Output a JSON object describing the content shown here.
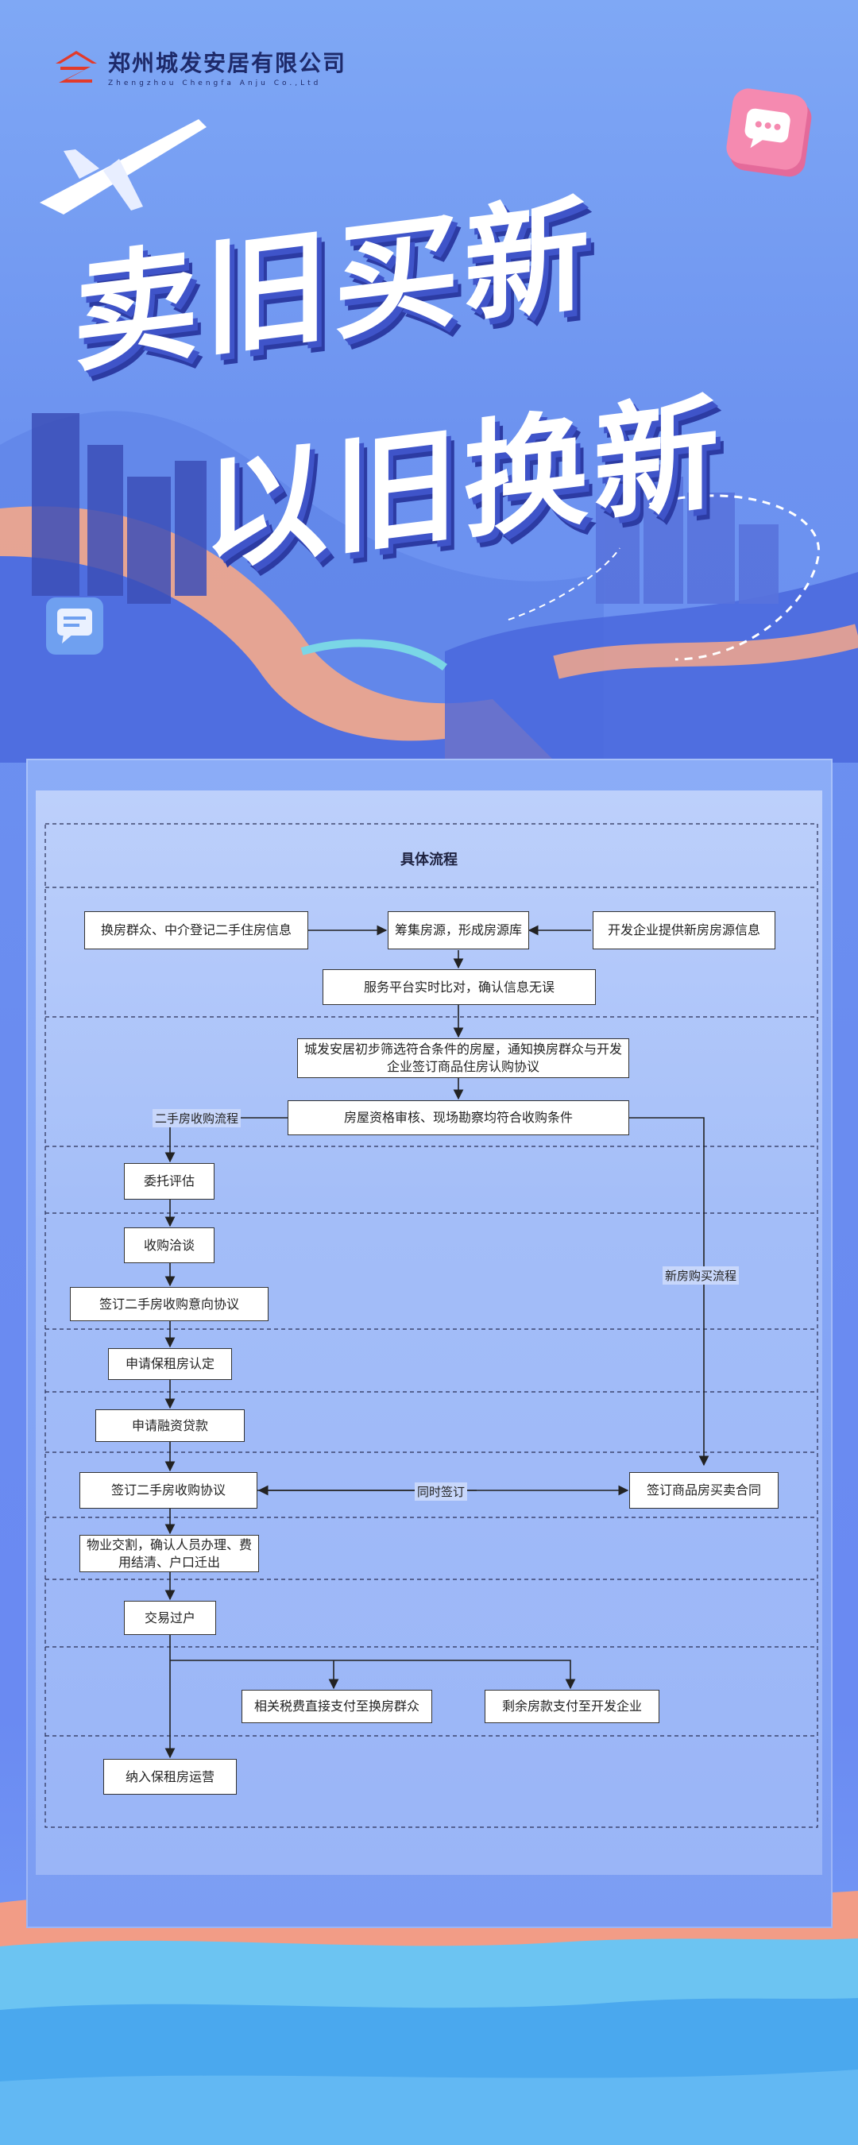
{
  "logo": {
    "name_cn": "郑州城发安居有限公司",
    "name_en": "Zhengzhou Chengfa Anju Co.,Ltd"
  },
  "headline": {
    "line1": "卖旧买新",
    "line2": "以旧换新"
  },
  "colors": {
    "bg": "#6d93f0",
    "accent": "#f7a98c",
    "title_shadow": "#2c3ba3"
  },
  "icons": [
    "airplane-icon",
    "chat-bubble-icon",
    "message-icon"
  ],
  "flow": {
    "title": "具体流程",
    "nodes": {
      "n1": "换房群众、中介登记二手住房信息",
      "n2": "筹集房源，形成房源库",
      "n3": "开发企业提供新房房源信息",
      "n4": "服务平台实时比对，确认信息无误",
      "n5": "城发安居初步筛选符合条件的房屋，通知换房群众与开发企业签订商品住房认购协议",
      "n6": "房屋资格审核、现场勘察均符合收购条件",
      "n7": "委托评估",
      "n8": "收购洽谈",
      "n9": "签订二手房收购意向协议",
      "n10": "申请保租房认定",
      "n11": "申请融资贷款",
      "n12": "签订二手房收购协议",
      "n13": "签订商品房买卖合同",
      "n14": "物业交割，确认人员办理、费用结清、户口迁出",
      "n15": "交易过户",
      "n16": "相关税费直接支付至换房群众",
      "n17": "剩余房款支付至开发企业",
      "n18": "纳入保租房运营"
    },
    "labels": {
      "second_hand": "二手房收购流程",
      "new_house": "新房购买流程",
      "simultaneous": "同时签订"
    }
  }
}
